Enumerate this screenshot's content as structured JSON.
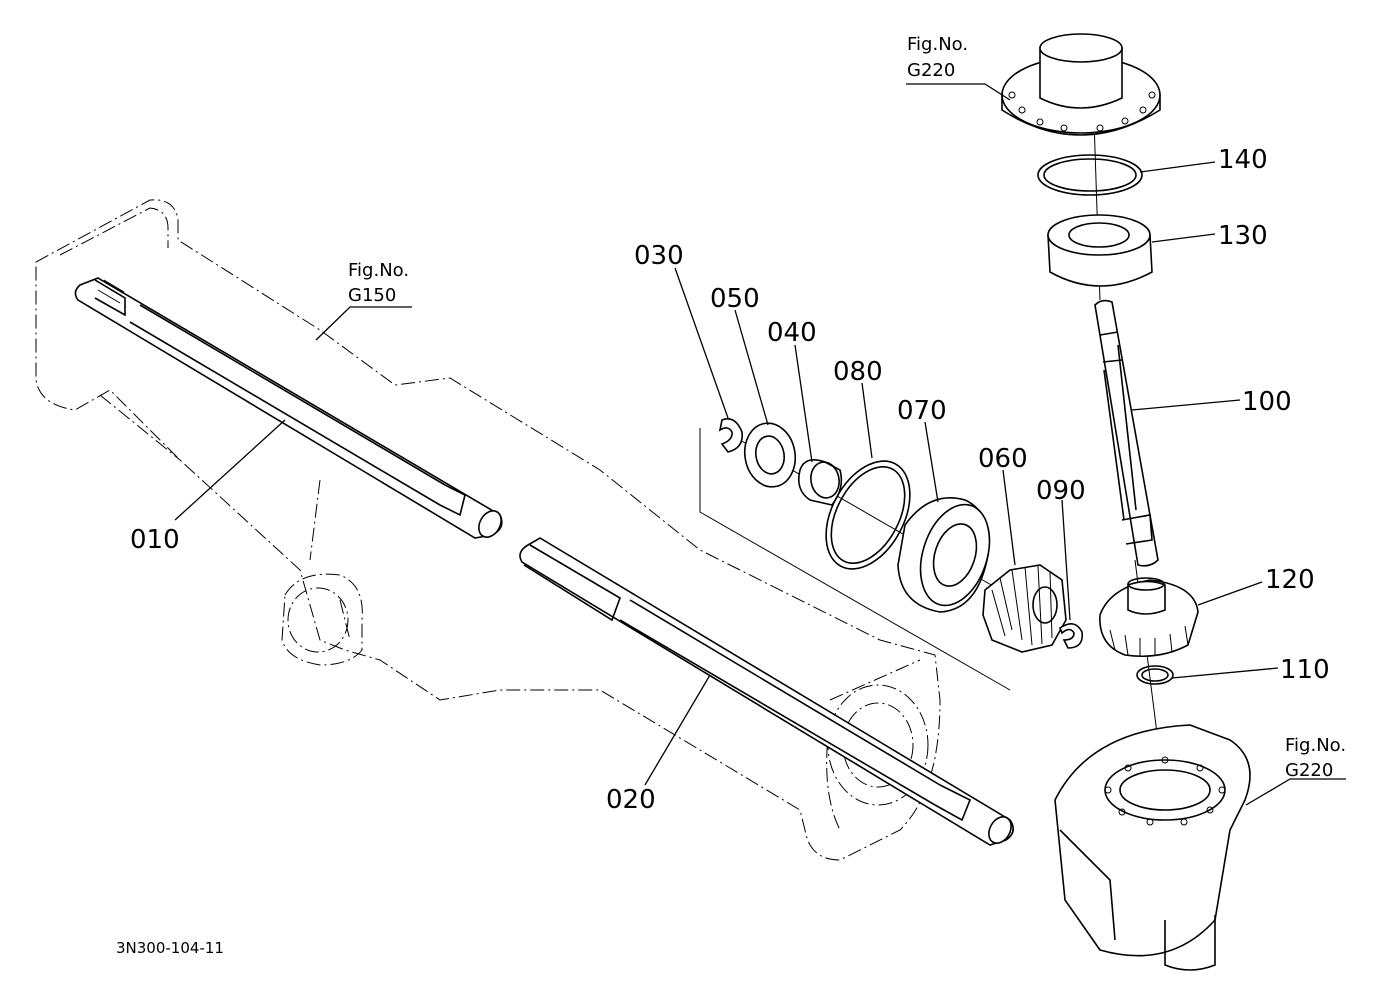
{
  "diagram": {
    "parts": [
      {
        "id": "010",
        "label": "010"
      },
      {
        "id": "020",
        "label": "020"
      },
      {
        "id": "030",
        "label": "030"
      },
      {
        "id": "040",
        "label": "040"
      },
      {
        "id": "050",
        "label": "050"
      },
      {
        "id": "060",
        "label": "060"
      },
      {
        "id": "070",
        "label": "070"
      },
      {
        "id": "080",
        "label": "080"
      },
      {
        "id": "090",
        "label": "090"
      },
      {
        "id": "100",
        "label": "100"
      },
      {
        "id": "110",
        "label": "110"
      },
      {
        "id": "120",
        "label": "120"
      },
      {
        "id": "130",
        "label": "130"
      },
      {
        "id": "140",
        "label": "140"
      }
    ],
    "fig_refs": [
      {
        "prefix": "Fig.No.",
        "code": "G220"
      },
      {
        "prefix": "Fig.No.",
        "code": "G150"
      },
      {
        "prefix": "Fig.No.",
        "code": "G220"
      }
    ],
    "drawing_number": "3N300-104-11"
  }
}
